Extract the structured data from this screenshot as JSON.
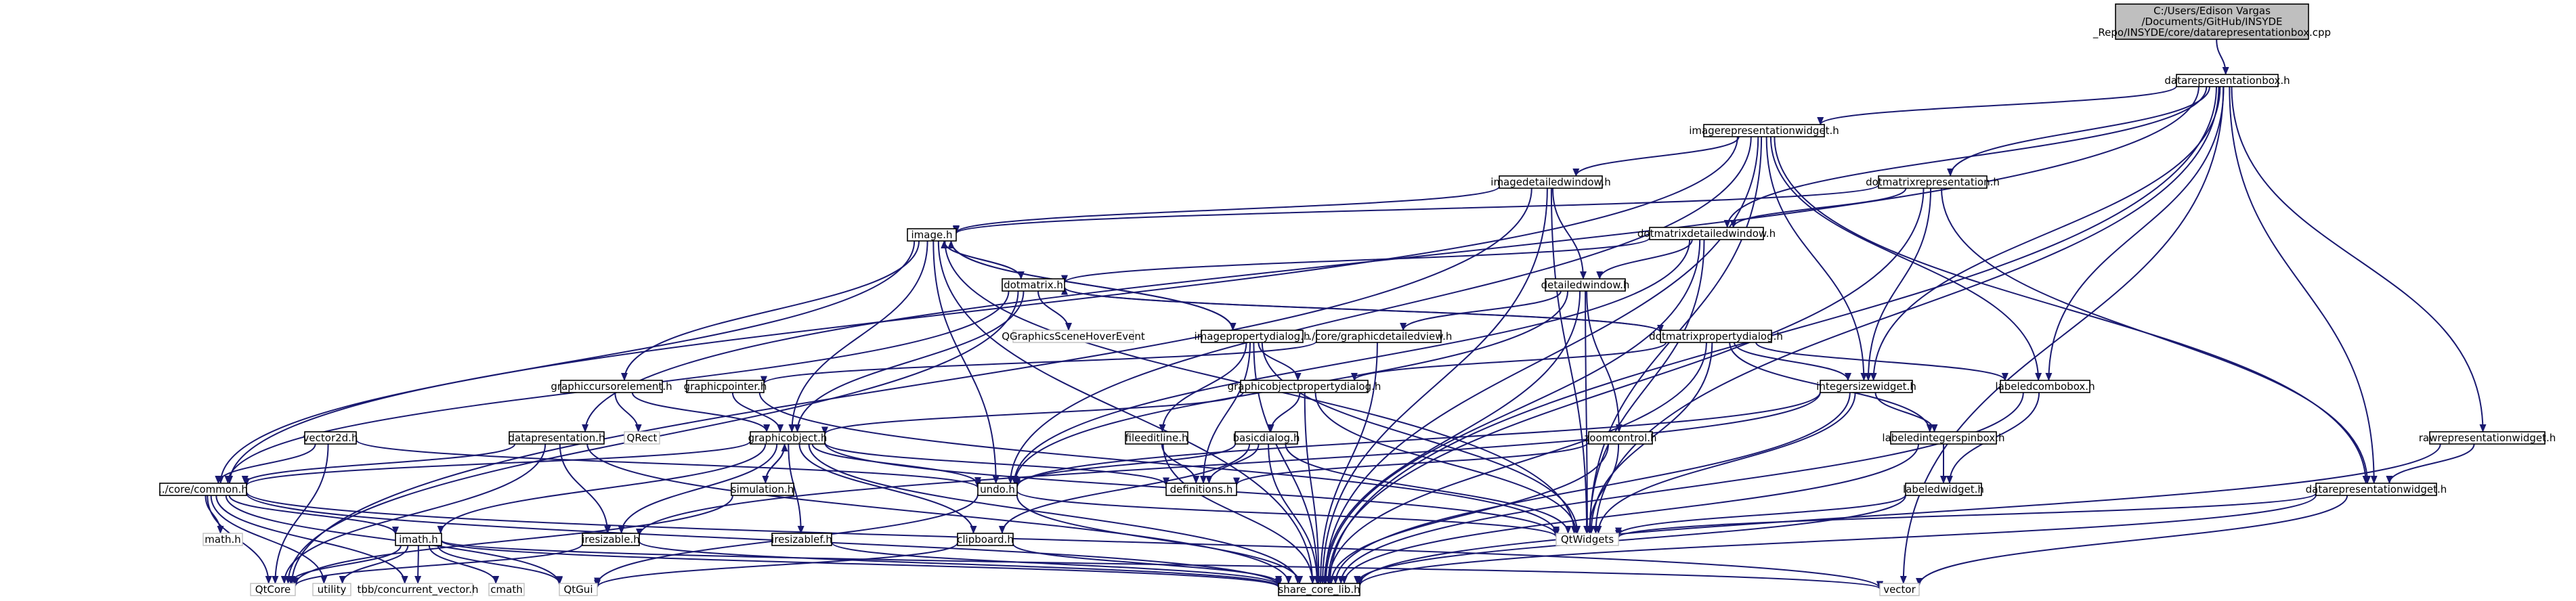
{
  "nodes": {
    "root": "C:/Users/Edison Vargas\n/Documents/GitHub/INSYDE\n_Repo/INSYDE/core/datarepresentationbox.cpp",
    "datarepresentationbox_h": "datarepresentationbox.h",
    "imagerepresentationwidget_h": "imagerepresentationwidget.h",
    "imagedetailedwindow_h": "imagedetailedwindow.h",
    "dotmatrixrepresentation_h": "dotmatrixrepresentation.h",
    "image_h": "image.h",
    "dotmatrixdetailedwindow_h": "dotmatrixdetailedwindow.h",
    "dotmatrix_h": "dotmatrix.h",
    "detailedwindow_h": "detailedwindow.h",
    "qgraphicsscenehoverevent": "QGraphicsSceneHoverEvent",
    "imagepropertydialog_h": "imagepropertydialog.h",
    "core_graphicdetailedview_h": "../core/graphicdetailedview.h",
    "dotmatrixpropertydialog_h": "dotmatrixpropertydialog.h",
    "graphiccursorelement_h": "graphiccursorelement.h",
    "graphicpointer_h": "graphicpointer.h",
    "graphicobjectpropertydialog_h": "graphicobjectpropertydialog.h",
    "integersizewidget_h": "integersizewidget.h",
    "labeledcombobox_h": "labeledcombobox.h",
    "vector2d_h": "vector2d.h",
    "qrect": "QRect",
    "datapresentation_h": "datapresentation.h",
    "graphicobject_h": "graphicobject.h",
    "fileeditline_h": "fileeditline.h",
    "basicdialog_h": "basicdialog.h",
    "zoomcontrol_h": "zoomcontrol.h",
    "labeledintegerspinbox_h": "labeledintegerspinbox.h",
    "rawrepresentationwidget_h": "rawrepresentationwidget.h",
    "core_common_h": "../core/common.h",
    "simulation_h": "simulation.h",
    "undo_h": "undo.h",
    "definitions_h": "definitions.h",
    "labeledwidget_h": "labeledwidget.h",
    "datarepresentationwidget_h": "datarepresentationwidget.h",
    "math_h": "math.h",
    "iresizable_h": "iresizable.h",
    "imath_h": "imath.h",
    "iresizablef_h": "iresizablef.h",
    "clipboard_h": "clipboard.h",
    "qtwidgets": "QtWidgets",
    "qtcore": "QtCore",
    "utility": "utility",
    "tbb_concurrent_vector_h": "tbb/concurrent_vector.h",
    "cmath": "cmath",
    "qtgui": "QtGui",
    "share_core_lib_h": "share_core_lib.h",
    "vector": "vector"
  }
}
